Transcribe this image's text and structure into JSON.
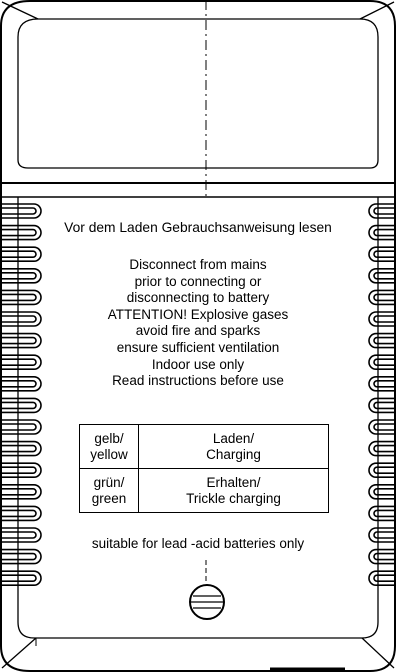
{
  "label": {
    "top_warning": "Vor dem Laden Gebrauchsanweisung lesen",
    "safety_lines": [
      "Disconnect from mains",
      "prior to connecting or",
      "disconnecting to battery",
      "ATTENTION! Explosive gases",
      "avoid fire and sparks",
      "ensure sufficient ventilation",
      "Indoor use only",
      "Read instructions before use"
    ],
    "led_table": [
      {
        "color_de": "gelb/",
        "color_en": "yellow",
        "mode_de": "Laden/",
        "mode_en": "Charging"
      },
      {
        "color_de": "grün/",
        "color_en": "green",
        "mode_de": "Erhalten/",
        "mode_en": "Trickle charging"
      }
    ],
    "footer_note": "suitable for lead -acid batteries only"
  },
  "icons": [
    "side-grip-ridges",
    "screw-hole-icon",
    "center-dashed-line"
  ]
}
